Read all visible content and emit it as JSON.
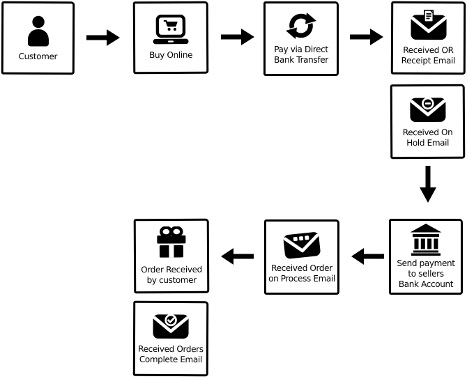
{
  "colors": {
    "ink": "#000000",
    "background": "#ffffff"
  },
  "nodes": [
    {
      "id": "customer",
      "icon": "person-icon",
      "lines": [
        "Customer"
      ]
    },
    {
      "id": "buy-online",
      "icon": "laptop-cart-icon",
      "lines": [
        "Buy Online"
      ]
    },
    {
      "id": "pay-via-direct-bank-transfer",
      "icon": "sync-arrows-icon",
      "lines": [
        "Pay via Direct",
        "Bank Transfer"
      ]
    },
    {
      "id": "received-or-receipt-email",
      "icon": "email-receipt-icon",
      "lines": [
        "Received OR",
        "Receipt Email"
      ]
    },
    {
      "id": "received-on-hold-email",
      "icon": "email-hold-icon",
      "lines": [
        "Received On",
        "Hold Email"
      ]
    },
    {
      "id": "send-payment-to-sellers-bank",
      "icon": "bank-icon",
      "lines": [
        "Send payment",
        "to sellers",
        "Bank Account"
      ]
    },
    {
      "id": "received-order-on-process-email",
      "icon": "email-dots-icon",
      "lines": [
        "Received Order",
        "on Process Email"
      ]
    },
    {
      "id": "order-received-by-customer",
      "icon": "gift-icon",
      "lines": [
        "Order Received",
        "by customer"
      ]
    },
    {
      "id": "received-orders-complete-email",
      "icon": "email-check-icon",
      "lines": [
        "Received Orders",
        "Complete Email"
      ]
    }
  ],
  "connectors": [
    {
      "from": "customer",
      "to": "buy-online",
      "direction": "right"
    },
    {
      "from": "buy-online",
      "to": "pay-via-direct-bank-transfer",
      "direction": "right"
    },
    {
      "from": "pay-via-direct-bank-transfer",
      "to": "received-or-receipt-email",
      "direction": "right"
    },
    {
      "from": "received-on-hold-email",
      "to": "send-payment-to-sellers-bank",
      "direction": "down"
    },
    {
      "from": "send-payment-to-sellers-bank",
      "to": "received-order-on-process-email",
      "direction": "left"
    },
    {
      "from": "received-order-on-process-email",
      "to": "order-received-by-customer",
      "direction": "left"
    }
  ]
}
